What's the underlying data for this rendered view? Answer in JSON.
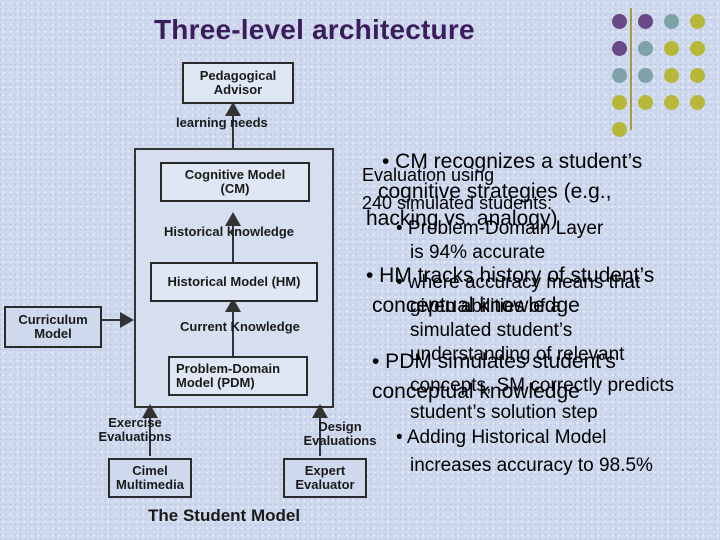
{
  "title": "Three-level architecture",
  "decor_colors": {
    "purple": "#6a4a86",
    "teal": "#7fa1a8",
    "olive": "#b7b83a"
  },
  "diagram": {
    "pedagogical_advisor": "Pedagogical Advisor",
    "learning_needs": "learning needs",
    "cognitive_model": "Cognitive Model (CM)",
    "historical_knowledge": "Historical knowledge",
    "historical_model": "Historical Model (HM)",
    "current_knowledge": "Current Knowledge",
    "problem_domain_model": "Problem-Domain Model (PDM)",
    "curriculum_model": "Curriculum Model",
    "exercise_evaluations": "Exercise Evaluations",
    "design_evaluations": "Design Evaluations",
    "cimel_multimedia": "Cimel Multimedia",
    "expert_evaluator": "Expert Evaluator",
    "caption": "The Student Model"
  },
  "overlay_text": {
    "t1": "• CM recognizes a student’s",
    "t2": "Evaluation using",
    "t3": "cognitive strategies (e.g.,",
    "t4": "240 simulated students:",
    "t5": "hacking vs. analogy)",
    "t6": "• Problem-Domain Layer",
    "t7": "is 94% accurate",
    "t8": "• HM tracks history of student’s",
    "t9": "• where accuracy means that",
    "t10": "conceptual knowledge",
    "t11": "given abilities of a",
    "t12": "simulated student’s",
    "t13": "understanding of relevant",
    "t14": "• PDM simulates student’s",
    "t15": "concepts, SM correctly predicts",
    "t16": "conceptual knowledge",
    "t17": "student’s solution step",
    "t18": "• Adding Historical Model",
    "t19": "increases accuracy to 98.5%"
  }
}
